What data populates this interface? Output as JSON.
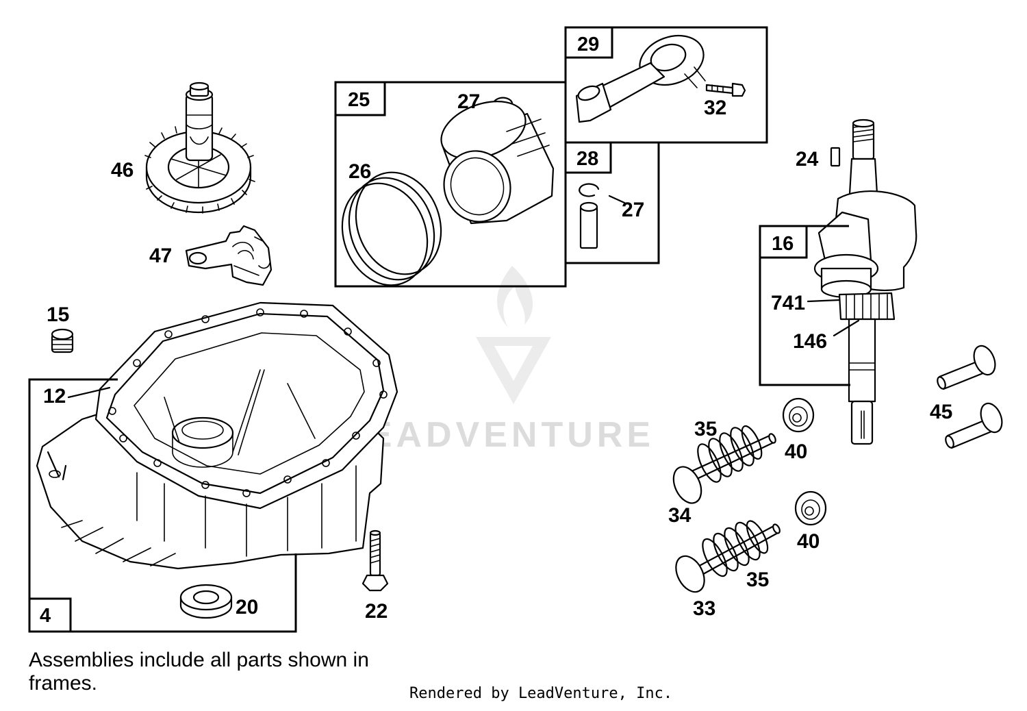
{
  "labels": {
    "p46": "46",
    "p47": "47",
    "p15": "15",
    "p12": "12",
    "p20": "20",
    "p22": "22",
    "p26": "26",
    "p27a": "27",
    "p27b": "27",
    "p32": "32",
    "p24": "24",
    "p741": "741",
    "p146": "146",
    "p45": "45",
    "p35a": "35",
    "p35b": "35",
    "p40a": "40",
    "p40b": "40",
    "p34": "34",
    "p33": "33"
  },
  "frames": {
    "f25": "25",
    "f29": "29",
    "f28": "28",
    "f16": "16",
    "f4": "4"
  },
  "note": "Assemblies include all parts shown in frames.",
  "credit": "Rendered by LeadVenture, Inc.",
  "watermark": "LEADVENTURE",
  "colors": {
    "ink": "#000000",
    "watermark": "#d8d8d8"
  }
}
